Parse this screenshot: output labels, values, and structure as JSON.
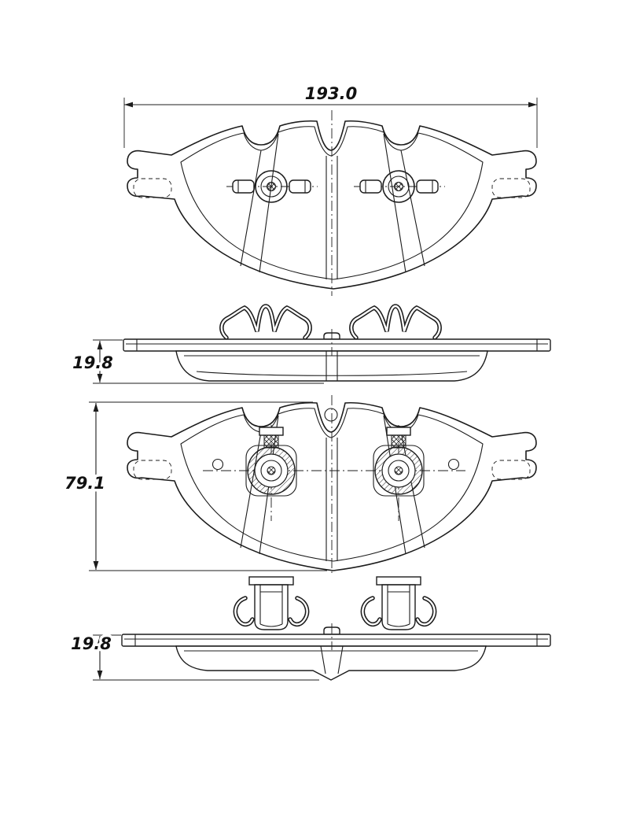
{
  "drawing": {
    "dimension_labels": {
      "overall_width": "193.0",
      "thickness_upper": "19.8",
      "pad_height": "79.1",
      "thickness_lower": "19.8"
    },
    "colors": {
      "line": "#1c1c1c",
      "background": "#ffffff"
    }
  }
}
